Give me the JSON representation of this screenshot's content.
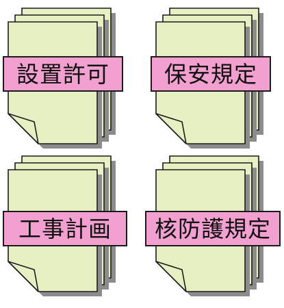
{
  "colors": {
    "sheet_fill": "#e6f0c2",
    "sheet_stroke": "#1a1a1a",
    "shadow": "#8c8c8c",
    "label_fill": "#f2a0cf"
  },
  "documents": [
    {
      "label": "設置許可",
      "icon": "document-stack-icon"
    },
    {
      "label": "保安規定",
      "icon": "document-stack-icon"
    },
    {
      "label": "工事計画",
      "icon": "document-stack-icon"
    },
    {
      "label": "核防護規定",
      "icon": "document-stack-icon"
    }
  ]
}
